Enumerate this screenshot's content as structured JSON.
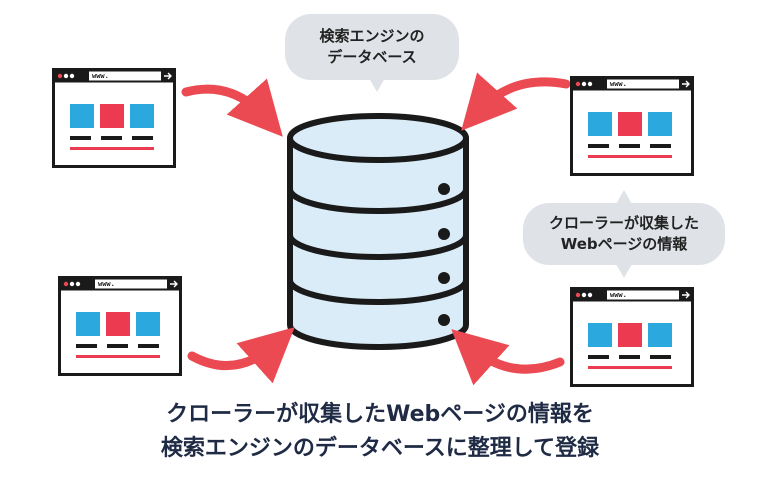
{
  "bubble_database": {
    "line1": "検索エンジンの",
    "line2": "データベース"
  },
  "bubble_crawler": {
    "line1": "クローラーが収集した",
    "line2": "Webページの情報"
  },
  "browser": {
    "url_text": "www."
  },
  "caption": {
    "line1": "クローラーが収集したWebページの情報を",
    "line2": "検索エンジンのデータベースに整理して登録"
  },
  "colors": {
    "arrow": "#ec4a52",
    "block_blue": "#2ba8de",
    "block_red": "#ec3a50",
    "database_fill": "#d9ecf8",
    "outline": "#1a1a1a",
    "bubble": "#dfe3e8",
    "caption_text": "#1f2a44"
  }
}
